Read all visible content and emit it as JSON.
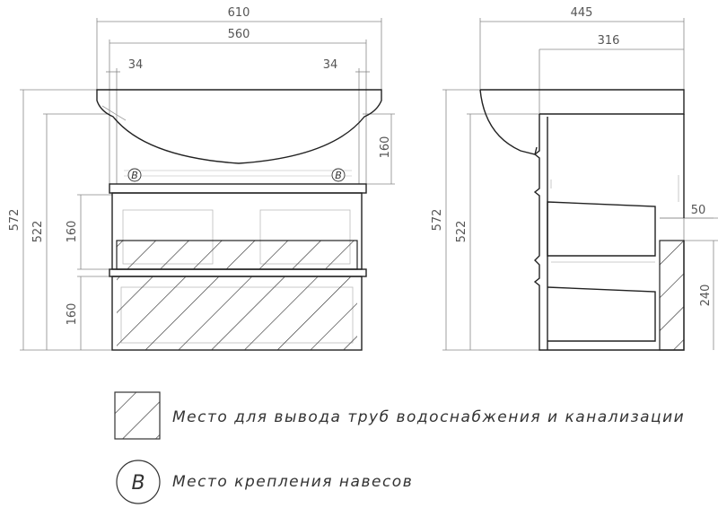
{
  "front_view": {
    "dim_total_width": "610",
    "dim_inner_width": "560",
    "dim_left_offset": "34",
    "dim_right_offset": "34",
    "dim_total_height": "572",
    "dim_body_height": "522",
    "dim_basin_depth": "160",
    "dim_upper_drawer": "160",
    "dim_lower_drawer": "160",
    "mount_marker_left": "B",
    "mount_marker_right": "B"
  },
  "side_view": {
    "dim_total_depth": "445",
    "dim_body_depth": "316",
    "dim_total_height": "572",
    "dim_body_height": "522",
    "dim_recess_depth": "50",
    "dim_recess_height": "240"
  },
  "legend": {
    "hatch_label": "Место для вывода труб водоснабжения и канализации",
    "mount_symbol": "B",
    "mount_label": "Место крепления навесов"
  },
  "colors": {
    "outline": "#222222",
    "dimension": "#777777",
    "hatch": "#333333",
    "faint": "#bbbbbb"
  }
}
